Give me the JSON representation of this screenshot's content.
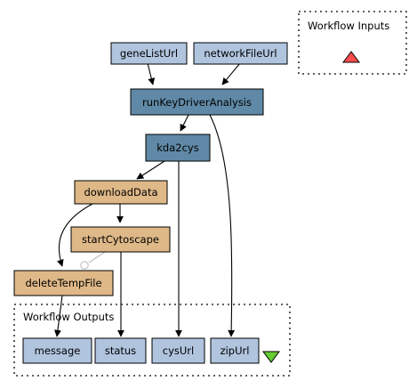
{
  "colors": {
    "input_port": "#b0c4de",
    "processor_main": "#5f89a6",
    "processor_local": "#deb887",
    "output_port": "#b0c4de",
    "input_marker": "#ff4d4d",
    "output_marker": "#66cc33"
  },
  "groups": {
    "inputs": {
      "title": "Workflow Inputs"
    },
    "outputs": {
      "title": "Workflow Outputs"
    }
  },
  "nodes": {
    "geneListUrl": {
      "label": "geneListUrl"
    },
    "networkFileUrl": {
      "label": "networkFileUrl"
    },
    "runKeyDriverAnalysis": {
      "label": "runKeyDriverAnalysis"
    },
    "kda2cys": {
      "label": "kda2cys"
    },
    "downloadData": {
      "label": "downloadData"
    },
    "startCytoscape": {
      "label": "startCytoscape"
    },
    "deleteTempFile": {
      "label": "deleteTempFile"
    },
    "message": {
      "label": "message"
    },
    "status": {
      "label": "status"
    },
    "cysUrl": {
      "label": "cysUrl"
    },
    "zipUrl": {
      "label": "zipUrl"
    }
  }
}
